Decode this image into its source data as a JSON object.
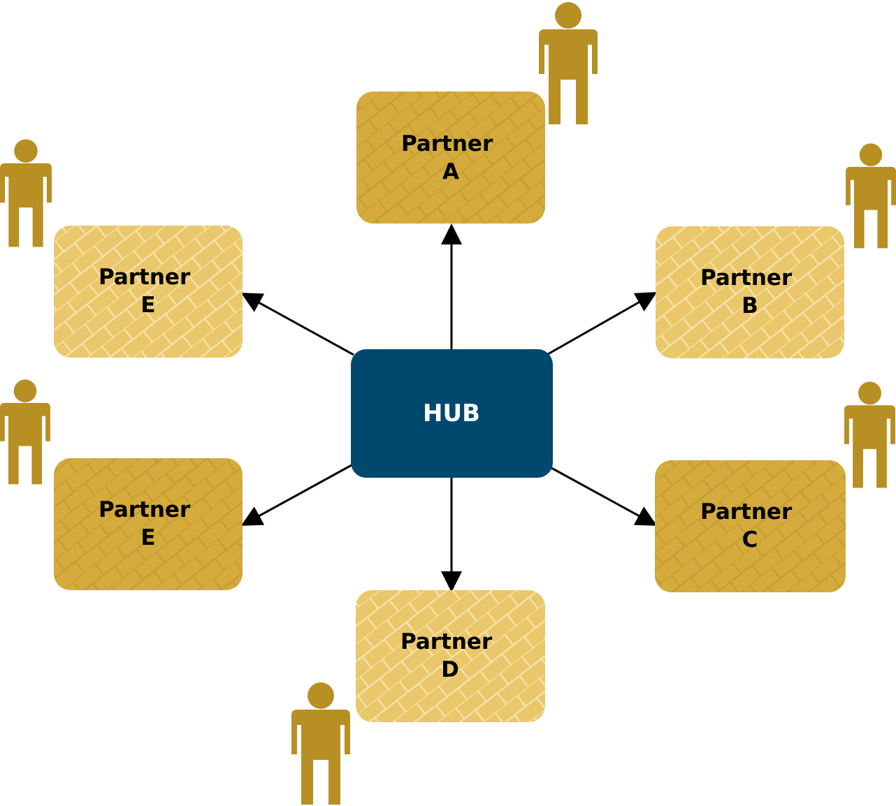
{
  "hub": {
    "label": "HUB",
    "color": "#00486e",
    "text_color": "#ffffff"
  },
  "partners": [
    {
      "id": "a",
      "line1": "Partner",
      "line2": "A",
      "style": "dark"
    },
    {
      "id": "b",
      "line1": "Partner",
      "line2": "B",
      "style": "light"
    },
    {
      "id": "c",
      "line1": "Partner",
      "line2": "C",
      "style": "dark"
    },
    {
      "id": "d",
      "line1": "Partner",
      "line2": "D",
      "style": "light"
    },
    {
      "id": "e-lower",
      "line1": "Partner",
      "line2": "E",
      "style": "dark"
    },
    {
      "id": "e-upper",
      "line1": "Partner",
      "line2": "E",
      "style": "light"
    }
  ],
  "colors": {
    "partner_dark": "#d4ab3c",
    "partner_light": "#e9c76a",
    "person_icon": "#b78f22",
    "arrow": "#000000",
    "label_text": "#000000"
  },
  "icons": {
    "person": "person-icon",
    "arrow": "arrow-icon"
  }
}
